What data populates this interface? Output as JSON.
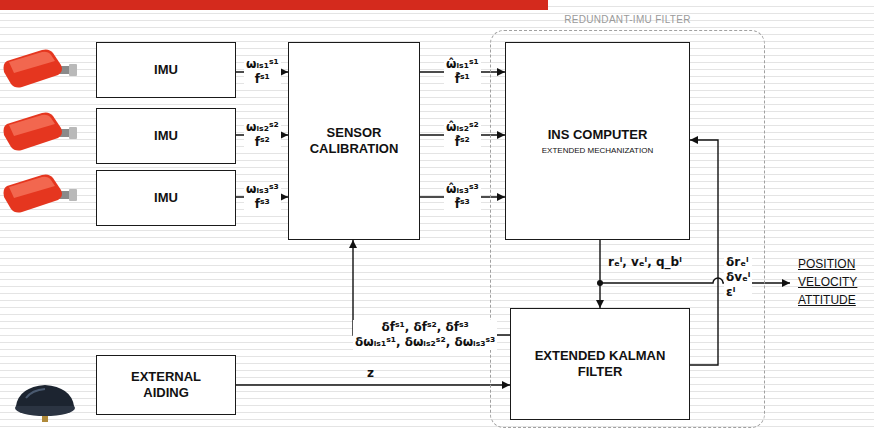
{
  "diagram": {
    "nodes": [
      {
        "text": [
          "IMU"
        ]
      },
      {
        "text": [
          "IMU"
        ]
      },
      {
        "text": [
          "IMU"
        ]
      },
      {
        "text": [
          "SENSOR CALIBRATION"
        ]
      },
      {
        "text": [
          "REDUNDANT-IMU FILTER"
        ]
      },
      {
        "text": [
          "INS COMPUTER",
          "EXTENDED MECHANIZATION"
        ],
        "in": 4
      },
      {
        "text": [
          "EXTENDED KALMAN FILTER"
        ],
        "in": 4
      },
      {
        "text": [
          "EXTERNAL AIDING"
        ]
      }
    ],
    "edges": [
      {
        "from": 0,
        "to": 3,
        "label": "ωᵢₛ₁ˢ¹ fˢ¹",
        "arrow": "to"
      },
      {
        "from": 1,
        "to": 3,
        "label": "ωᵢₛ₂ˢ² fˢ²",
        "arrow": "to"
      },
      {
        "from": 2,
        "to": 3,
        "label": "ωᵢₛ₃ˢ³ fˢ³",
        "arrow": "to"
      },
      {
        "from": 3,
        "to": 5,
        "label": "ω̂ᵢₛ₁ˢ¹ f̂ˢ¹",
        "arrow": "to"
      },
      {
        "from": 3,
        "to": 5,
        "label": "ω̂ᵢₛ₂ˢ² f̂ˢ²",
        "arrow": "to"
      },
      {
        "from": 3,
        "to": 5,
        "label": "ω̂ᵢₛ₃ˢ³ f̂ˢ³",
        "arrow": "to"
      },
      {
        "from": 5,
        "to": 6,
        "label": "rₑˡ, vₑˡ, q_bˡ",
        "arrow": "to"
      },
      {
        "from": 6,
        "to": 5,
        "label": "δrₑˡ δvₑˡ εˡ",
        "arrow": "to"
      },
      {
        "from": 6,
        "to": 3,
        "label": "δfˢ¹, δfˢ², δfˢ³ δωᵢₛ₁ˢ¹, δωᵢₛ₂ˢ², δωᵢₛ₃ˢ³",
        "arrow": "to"
      },
      {
        "from": 7,
        "to": 6,
        "label": "z",
        "arrow": "to"
      }
    ],
    "labels": [
      "POSITION VELOCITY ATTITUDE"
    ]
  }
}
